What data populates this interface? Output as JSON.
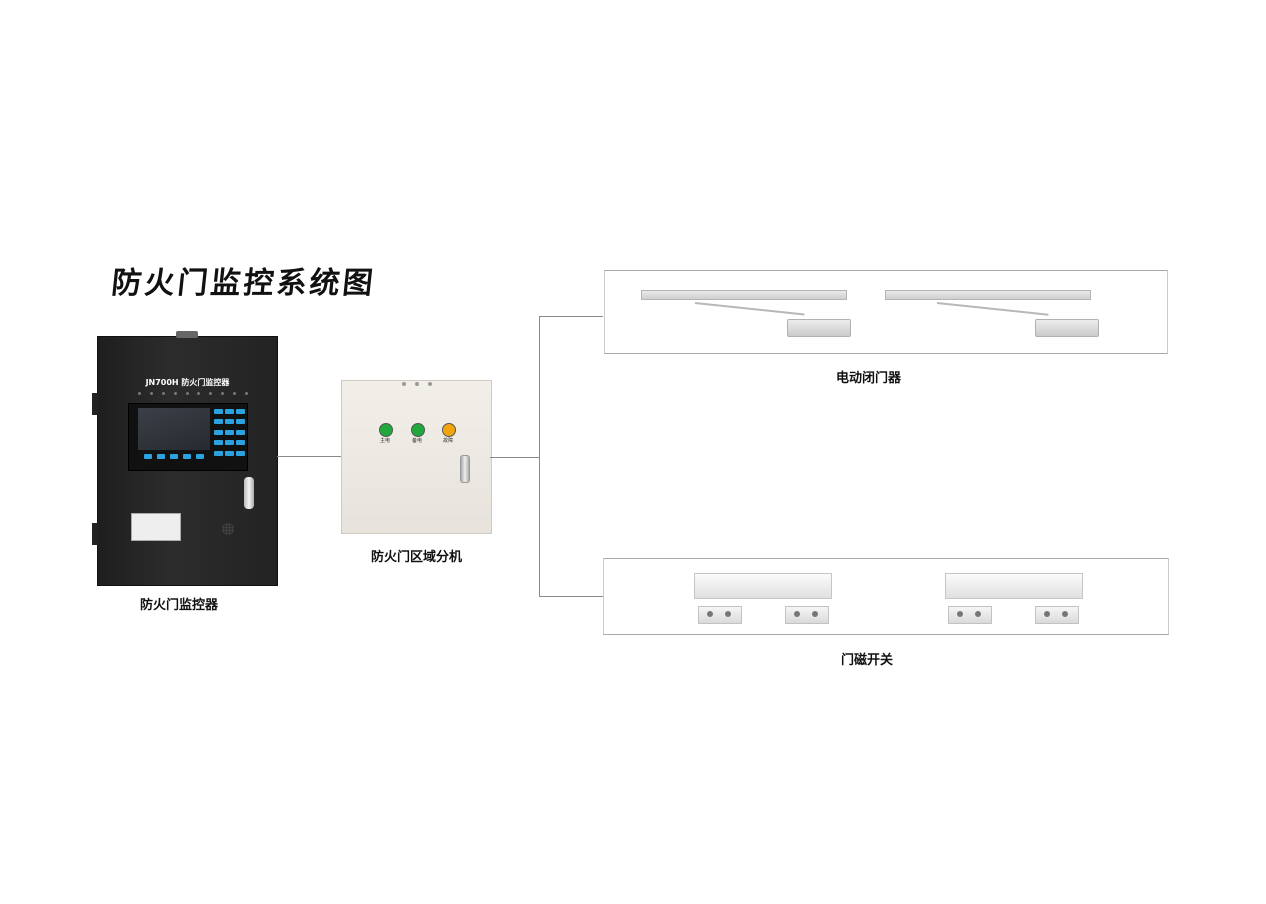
{
  "title": "防火门监控系统图",
  "monitor": {
    "caption": "防火门监控器",
    "model_label": "JN700H 防火门监控器"
  },
  "zone_unit": {
    "caption": "防火门区域分机",
    "lamps": [
      {
        "label": "主电",
        "color": "#1fa83c"
      },
      {
        "label": "备电",
        "color": "#1fa83c"
      },
      {
        "label": "故障",
        "color": "#f2a40f"
      }
    ]
  },
  "door_closer": {
    "caption": "电动闭门器"
  },
  "door_magnet": {
    "caption": "门磁开关"
  }
}
